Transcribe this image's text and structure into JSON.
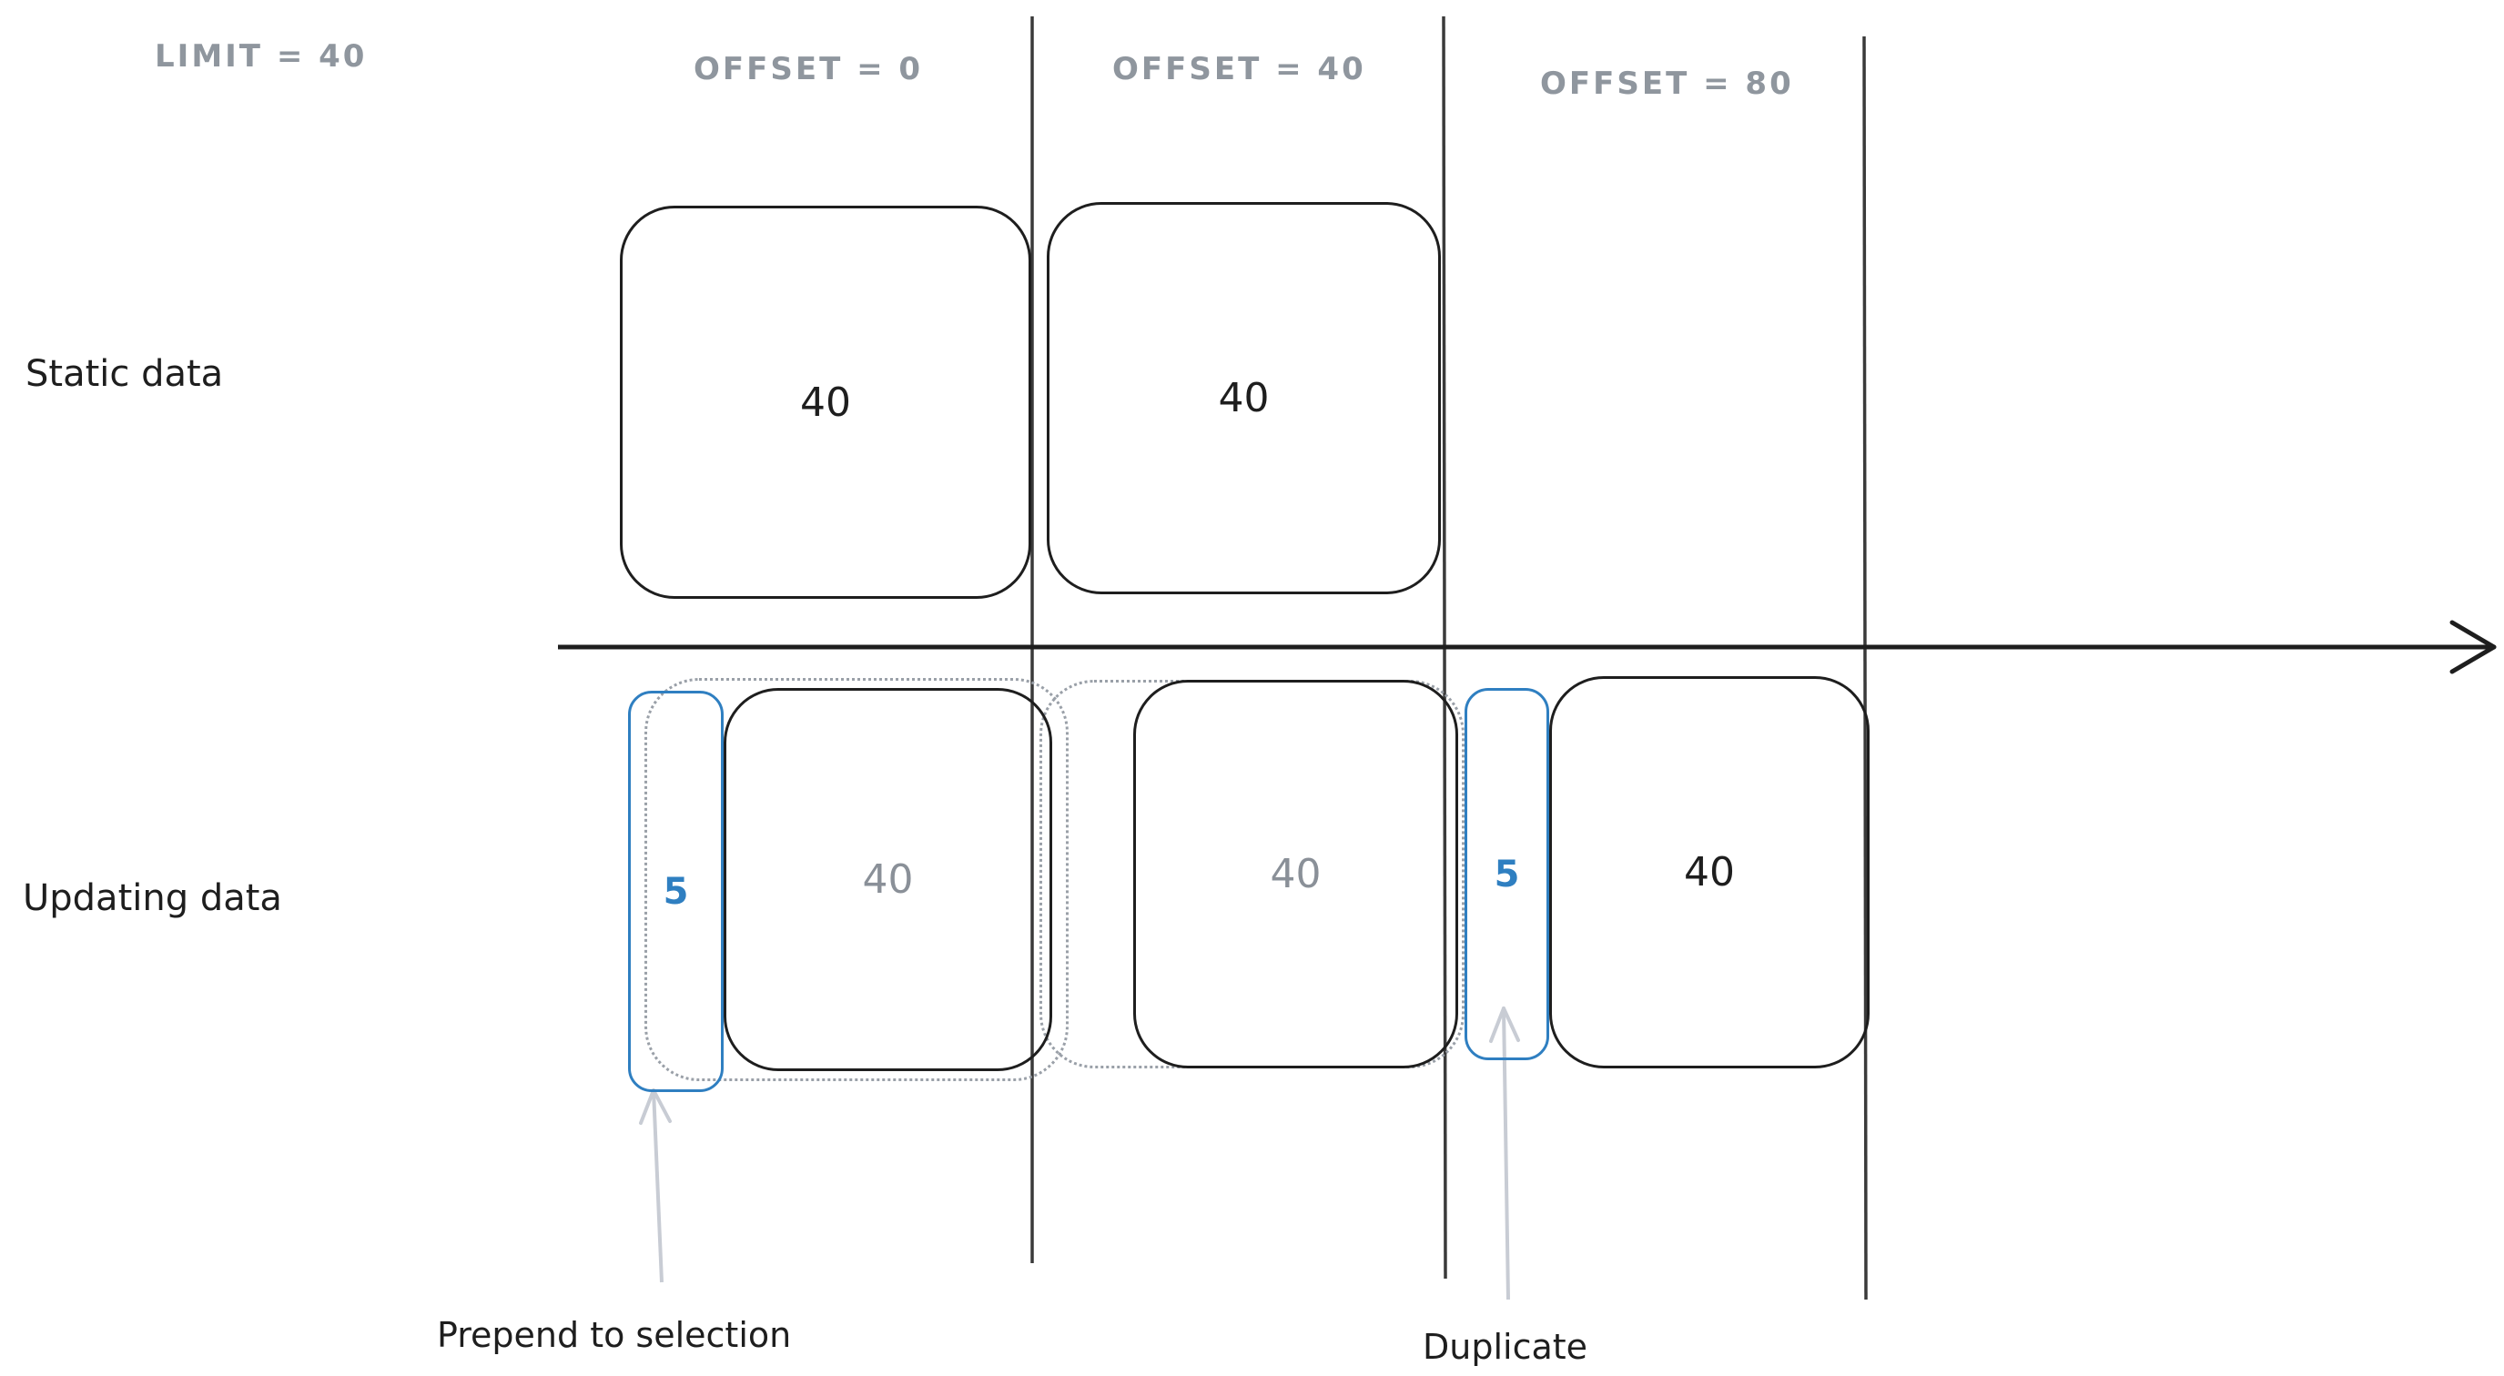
{
  "headers": [
    {
      "label": "LIMIT = 40"
    },
    {
      "label": "OFFSET = 0"
    },
    {
      "label": "OFFSET = 40"
    },
    {
      "label": "OFFSET = 80"
    }
  ],
  "rows": [
    {
      "label": "Static data"
    },
    {
      "label": "Updating data"
    }
  ],
  "static_row": {
    "boxes": [
      {
        "value": "40"
      },
      {
        "value": "40"
      }
    ]
  },
  "updating_row": {
    "boxes": [
      {
        "value": "5"
      },
      {
        "value": "40"
      },
      {
        "value": "40"
      },
      {
        "value": "5"
      },
      {
        "value": "40"
      }
    ]
  },
  "annotations": [
    {
      "label": "Prepend to selection"
    },
    {
      "label": "Duplicate"
    }
  ],
  "colors": {
    "stroke_black": "#1e1e1e",
    "gray_text": "#8f969e",
    "gray_value": "#8a9098",
    "blue": "#2f7fc1",
    "dotted_gray": "#9aa0a8",
    "annotation_arrow": "#c8ccd4"
  }
}
